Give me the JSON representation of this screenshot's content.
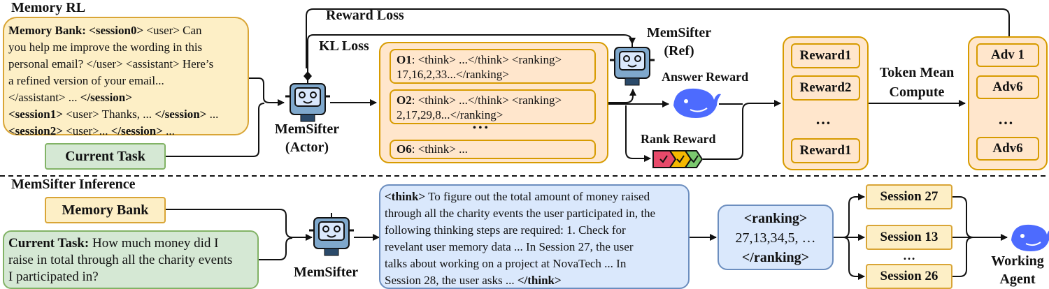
{
  "sections": {
    "top": "Memory RL",
    "bottom": "MemSifter Inference"
  },
  "memory_bank_text": {
    "label": "Memory Bank: <session0>",
    "line1_rest": " <user> Can",
    "line2": "you help me improve the wording in this",
    "line3": "personal email? </user> <assistant> Here’s",
    "line4": "a refined version of your email...",
    "line5_a": "</assistant> ... ",
    "line5_b": "</session>",
    "line6_a": "<session1>",
    "line6_b": " <user> Thanks, ... ",
    "line6_c": "</session>",
    "line6_d": " ...",
    "line7_a": "<session2>",
    "line7_b": " <user>... ",
    "line7_c": "</session>",
    "line7_d": " ..."
  },
  "current_task_label": "Current Task",
  "loss_labels": {
    "reward": "Reward Loss",
    "kl": "KL Loss"
  },
  "actor": {
    "line1": "MemSifter",
    "line2": "(Actor)"
  },
  "ref": {
    "line1": "MemSifter",
    "line2": "(Ref)"
  },
  "outputs": {
    "o1_id": "O1",
    "o1_l1": ": <think> ...</think> <ranking>",
    "o1_l2": "17,16,2,33...</ranking>",
    "o2_id": "O2",
    "o2_l1": ": <think> ...</think> <ranking>",
    "o2_l2": "2,17,29,8...</ranking>",
    "dots": "• • •",
    "o6_id": "O6",
    "o6_l1": ": <think> ..."
  },
  "answer_reward": "Answer Reward",
  "rank_reward": "Rank Reward",
  "rewards": [
    "Reward1",
    "Reward2",
    "…",
    "Reward1"
  ],
  "token_mean": {
    "line1": "Token Mean",
    "line2": "Compute"
  },
  "advs": [
    "Adv 1",
    "Adv6",
    "…",
    "Adv6"
  ],
  "inference": {
    "memory_bank": "Memory Bank",
    "task_label": "Current Task:",
    "task_l1_rest": " How much money did I",
    "task_l2": "raise in total through all the charity events",
    "task_l3": "I participated in?",
    "sifter": "MemSifter",
    "think_open": "<think>",
    "think_l1_rest": " To figure out the total amount of money raised",
    "think_l2": "through all the charity events the user participated in, the",
    "think_l3": "following thinking steps are required: 1. Check for",
    "think_l4": "revelant user memory data ... In Session 27, the user",
    "think_l5": "talks about working on a project at NovaTech ... In",
    "think_l6": "Session 28, the user asks ... ",
    "think_close": "</think>",
    "rank_open": "<ranking>",
    "rank_values": "27,13,34,5, …",
    "rank_close": "</ranking>",
    "sessions": [
      "Session 27",
      "Session 13",
      "…",
      "Session 26"
    ],
    "agent": {
      "line1": "Working",
      "line2": "Agent"
    }
  }
}
